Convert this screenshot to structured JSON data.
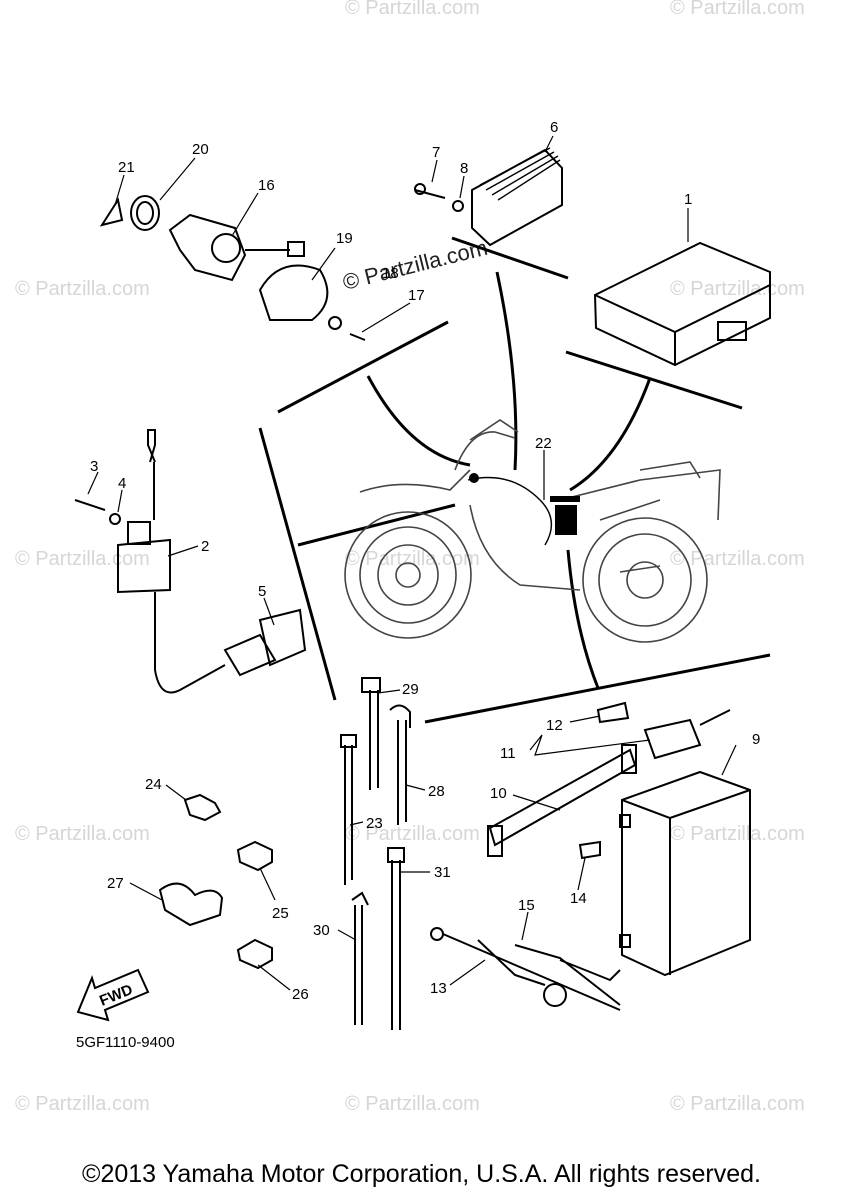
{
  "watermark": {
    "text": "© Partzilla.com",
    "center_label": "© Partzilla.com"
  },
  "callouts": {
    "p1": "1",
    "p2": "2",
    "p3": "3",
    "p4": "4",
    "p5": "5",
    "p6": "6",
    "p7": "7",
    "p8": "8",
    "p9": "9",
    "p10": "10",
    "p11": "11",
    "p12": "12",
    "p13": "13",
    "p14": "14",
    "p15": "15",
    "p16": "16",
    "p17": "17",
    "p18": "18",
    "p19": "19",
    "p20": "20",
    "p21": "21",
    "p22": "22",
    "p23": "23",
    "p24": "24",
    "p25": "25",
    "p26": "26",
    "p27": "27",
    "p28": "28",
    "p29": "29",
    "p30": "30",
    "p31": "31"
  },
  "fwd_label": "FWD",
  "diagram_code": "5GF1110-9400",
  "copyright": "©2013 Yamaha Motor Corporation, U.S.A. All rights reserved."
}
